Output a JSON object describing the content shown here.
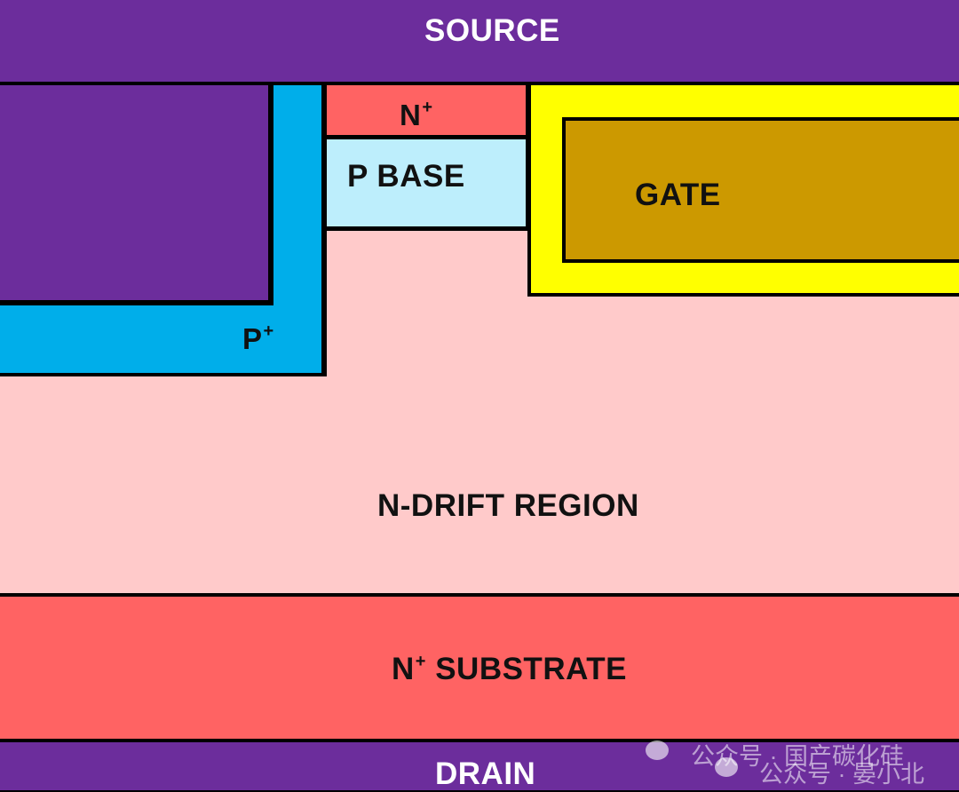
{
  "labels": {
    "source": "SOURCE",
    "n_plus": "N",
    "n_plus_sup": "+",
    "p_base": "P BASE",
    "gate": "GATE",
    "p_plus": "P",
    "p_plus_sup": "+",
    "drift": "N-DRIFT REGION",
    "substrate_n": "N",
    "substrate_sup": "+",
    "substrate_rest": " SUBSTRATE",
    "drain": "DRAIN"
  },
  "watermark": {
    "line1": "公众号 · 国产碳化硅",
    "line2": "公众号 · 晏小北",
    "icon": "wechat-icon"
  },
  "colors": {
    "metal": "#6c2d9c",
    "p_plus": "#00aeea",
    "n_plus": "#ff6363",
    "p_base": "#bdeefc",
    "drift": "#ffcaca",
    "oxide": "#ffff00",
    "gate": "#cc9900",
    "outline": "#000000"
  }
}
